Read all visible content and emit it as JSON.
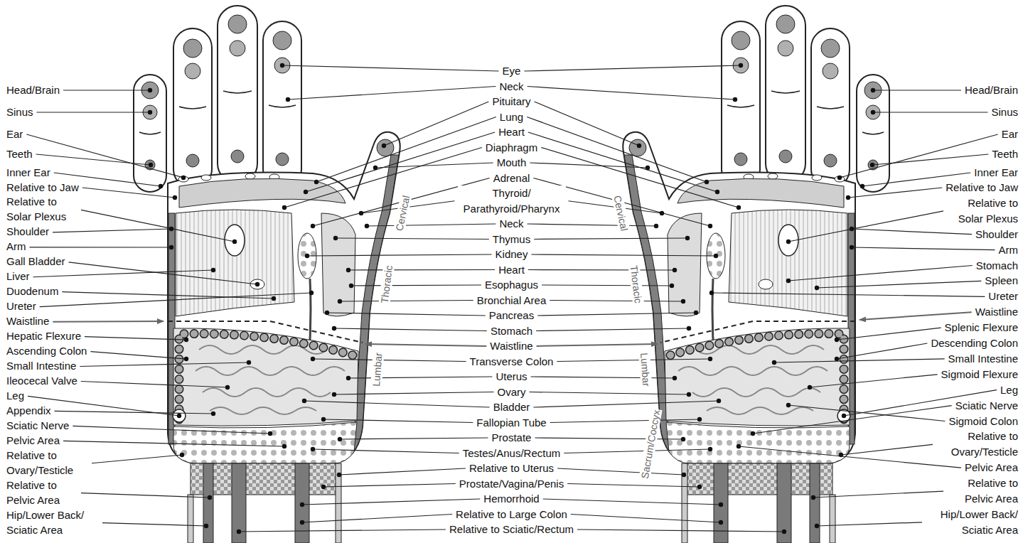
{
  "diagram": {
    "labels": [
      "Head/Brain",
      "Sinus",
      "Ear",
      "Teeth",
      "Inner Ear",
      "Relative to Jaw",
      "Relative to Solar Plexus",
      "Shoulder",
      "Arm",
      "Gall Bladder",
      "Liver",
      "Duodenum",
      "Ureter",
      "Waistline",
      "Hepatic Flexure",
      "Ascending Colon",
      "Small Intestine",
      "Ileocecal Valve",
      "Leg",
      "Appendix",
      "Sciatic Nerve",
      "Pelvic Area",
      "Relative to Ovary/Testicle",
      "Relative to Pelvic Area",
      "Hip/Lower Back/ Sciatic Area",
      "Eye",
      "Neck",
      "Pituitary",
      "Lung",
      "Heart",
      "Diaphragm",
      "Mouth",
      "Adrenal",
      "Thyroid/ Parathyroid/Pharynx",
      "Neck",
      "Thymus",
      "Kidney",
      "Heart",
      "Esophagus",
      "Bronchial Area",
      "Pancreas",
      "Stomach",
      "Waistline",
      "Transverse Colon",
      "Uterus",
      "Ovary",
      "Bladder",
      "Fallopian Tube",
      "Prostate",
      "Testes/Anus/Rectum",
      "Relative to Uterus",
      "Prostate/Vagina/Penis",
      "Hemorrhoid",
      "Relative to Large Colon",
      "Relative to Sciatic/Rectum",
      "Head/Brain",
      "Sinus",
      "Ear",
      "Teeth",
      "Inner Ear",
      "Relative to Jaw",
      "Relative to Solar Plexus",
      "Shoulder",
      "Arm",
      "Stomach",
      "Spleen",
      "Ureter",
      "Waistline",
      "Splenic Flexure",
      "Descending Colon",
      "Small Intestine",
      "Sigmoid Flexure",
      "Leg",
      "Sciatic Nerve",
      "Sigmoid Colon",
      "Relative to Ovary/Testicle",
      "Pelvic Area",
      "Relative to Pelvic Area",
      "Hip/Lower Back/ Sciatic Area",
      "Cervical",
      "Thoracic",
      "Lumbar",
      "Cervical",
      "Thoracic",
      "Lumbar",
      "Sacrum/Coccyx"
    ]
  }
}
